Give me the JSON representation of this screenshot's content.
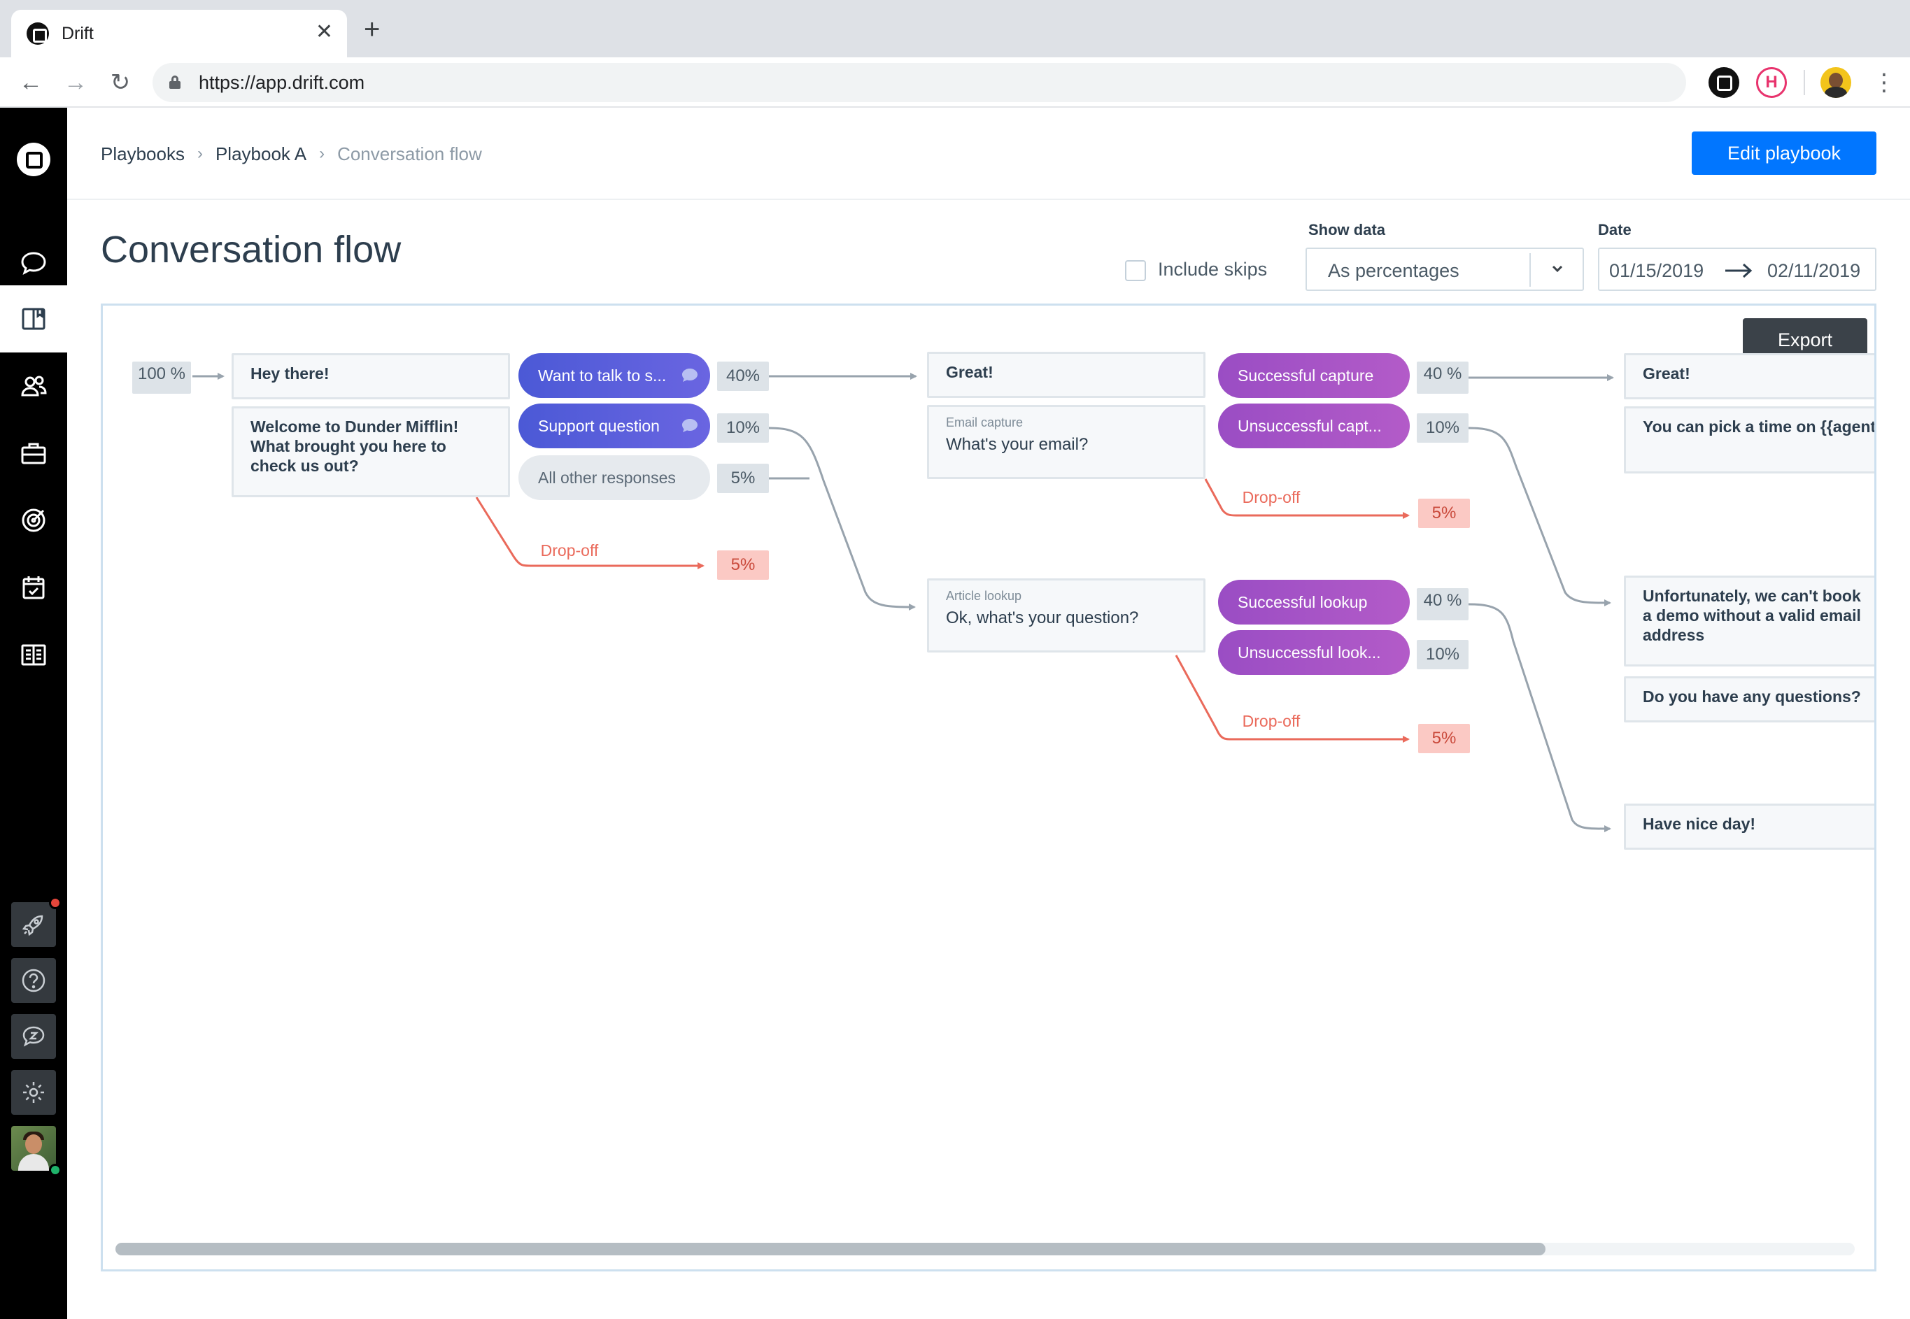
{
  "browser": {
    "tab_title": "Drift",
    "url": "https://app.drift.com"
  },
  "header": {
    "breadcrumb": [
      "Playbooks",
      "Playbook A",
      "Conversation flow"
    ],
    "edit_button": "Edit playbook",
    "title": "Conversation flow"
  },
  "controls": {
    "include_skips_label": "Include skips",
    "include_skips_checked": false,
    "show_data_label": "Show data",
    "show_data_value": "As percentages",
    "date_label": "Date",
    "date_from": "01/15/2019",
    "date_to": "02/11/2019"
  },
  "flow": {
    "export_label": "Export",
    "start_pct": "100 %",
    "col1": {
      "node_1": "Hey there!",
      "node_2": "Welcome to Dunder Mifflin! What brought you here to check us out?",
      "responses": [
        {
          "label": "Want to talk to s...",
          "pct": "40%"
        },
        {
          "label": "Support question",
          "pct": "10%"
        },
        {
          "label": "All other responses",
          "pct": "5%"
        }
      ],
      "dropoff_label": "Drop-off",
      "dropoff_pct": "5%"
    },
    "col2": {
      "top": {
        "node_1": "Great!",
        "node_2_sub": "Email capture",
        "node_2": "What's your email?",
        "responses": [
          {
            "label": "Successful capture",
            "pct": "40 %"
          },
          {
            "label": "Unsuccessful capt...",
            "pct": "10%"
          }
        ],
        "dropoff_label": "Drop-off",
        "dropoff_pct": "5%"
      },
      "bottom": {
        "node_sub": "Article lookup",
        "node": "Ok, what's your question?",
        "responses": [
          {
            "label": "Successful lookup",
            "pct": "40 %"
          },
          {
            "label": "Unsuccessful look...",
            "pct": "10%"
          }
        ],
        "dropoff_label": "Drop-off",
        "dropoff_pct": "5%"
      }
    },
    "col3": {
      "node_1": "Great!",
      "node_2": "You can pick a time on {{agent.names}}'s calendar here",
      "node_3": "Unfortunately, we can't book a demo without a valid email address",
      "node_4": "Do you have any questions?",
      "node_5": "Have nice day!"
    },
    "scroll_position": 0.82
  },
  "colors": {
    "primary": "#0176ff",
    "response_blue": "#5560dc",
    "response_purple": "#a452c6",
    "dropoff": "#ea6a5b",
    "sidebar": "#000000"
  },
  "icons": {
    "sidebar": [
      "drift-logo-icon",
      "chat-icon",
      "playbook-icon",
      "contacts-icon",
      "briefcase-icon",
      "target-icon",
      "calendar-check-icon",
      "knowledge-base-icon",
      "rocket-icon",
      "help-icon",
      "snooze-chat-icon",
      "settings-icon"
    ]
  }
}
